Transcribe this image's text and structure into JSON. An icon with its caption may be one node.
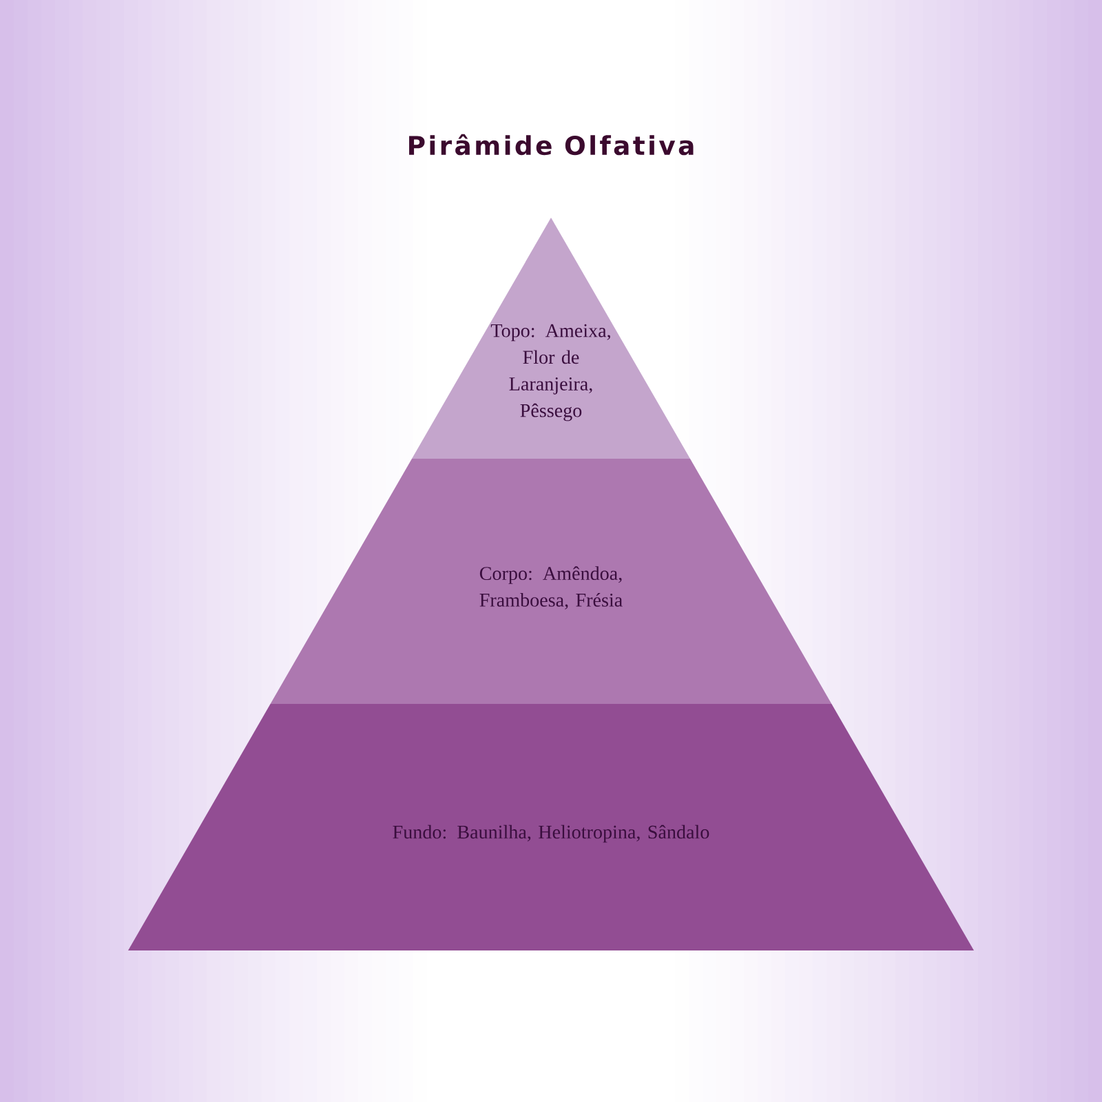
{
  "diagram": {
    "title": "Pirâmide Olfativa",
    "nodes": [
      {
        "text": [
          "Topo: Ameixa, Flor de Laranjeira, Pêssego"
        ]
      },
      {
        "text": [
          "Corpo: Amêndoa, Framboesa, Frésia"
        ]
      },
      {
        "text": [
          "Fundo: Baunilha, Heliotropina, Sândalo"
        ]
      }
    ]
  }
}
